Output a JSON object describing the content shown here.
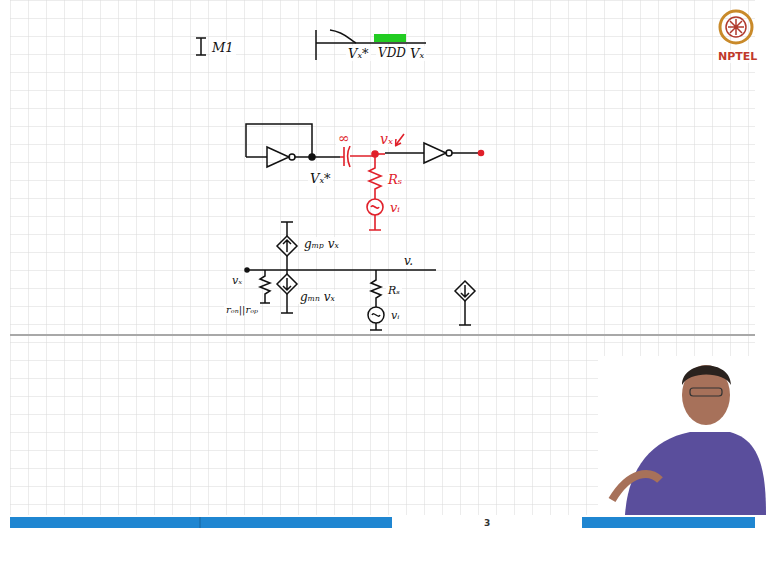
{
  "diagram": {
    "labels": [
      "M1",
      "Vₓ*",
      "VDD",
      "Vₓ",
      "NPTEL",
      "∞",
      "vₓ",
      "Vₓ*",
      "Rₛ",
      "vᵢ",
      "gₘₚ vₓ",
      "vₓ",
      "rₒₙ||rₒₚ",
      "gₘₙ vₓ",
      "v.",
      "Rₛ",
      "vᵢ",
      "3"
    ]
  }
}
